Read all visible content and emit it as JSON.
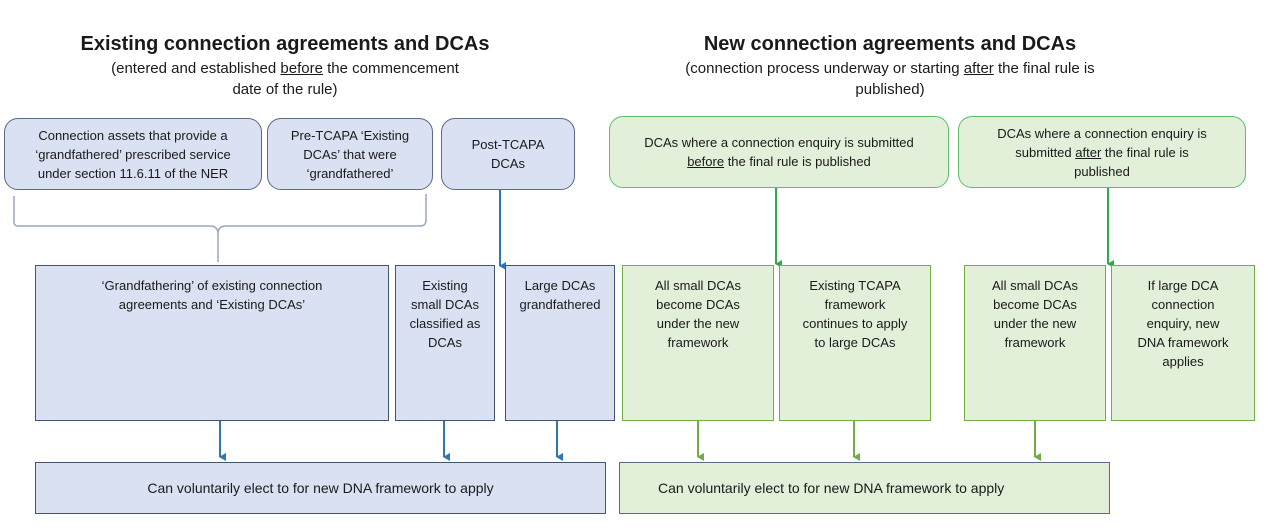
{
  "left_section": {
    "heading": "Existing connection agreements and DCAs",
    "subheading_pre": "(entered and established ",
    "subheading_emph": "before",
    "subheading_post": " the commencement",
    "subheading_line2": "date of the rule)",
    "sources": [
      {
        "line1": "Connection assets that provide a",
        "line2": "‘grandfathered’ prescribed service",
        "line3": "under section 11.6.11 of the NER"
      },
      {
        "line1": "Pre-TCAPA ‘Existing",
        "line2": "DCAs’ that were",
        "line3": "‘grandfathered’"
      },
      {
        "line1": "Post-TCAPA",
        "line2": "DCAs"
      }
    ],
    "outcomes": [
      {
        "line1": "‘Grandfathering’ of existing connection",
        "line2": "agreements and ‘Existing DCAs’"
      },
      {
        "line1": "Existing",
        "line2": "small DCAs",
        "line3": "classified as",
        "line4": "DCAs"
      },
      {
        "line1": "Large DCAs",
        "line2": "grandfathered"
      }
    ],
    "final": "Can voluntarily elect to for new DNA framework to apply"
  },
  "right_section": {
    "heading": "New connection agreements and DCAs",
    "subheading_pre": "(connection process underway or starting ",
    "subheading_emph": "after",
    "subheading_post": " the final rule is",
    "subheading_line2": "published)",
    "sources": [
      {
        "line1": "DCAs where a connection enquiry is submitted",
        "emph": "before",
        "line2_post": " the final rule is published"
      },
      {
        "line1": "DCAs where a connection enquiry is",
        "line2_pre": "submitted ",
        "emph": "after",
        "line2_post": " the final rule is",
        "line3": "published"
      }
    ],
    "outcomes": [
      {
        "line1": "All small DCAs",
        "line2": "become DCAs",
        "line3": "under the new",
        "line4": "framework"
      },
      {
        "line1": "Existing TCAPA",
        "line2": "framework",
        "line3": "continues to apply",
        "line4": "to large DCAs"
      },
      {
        "line1": "All small DCAs",
        "line2": "become DCAs",
        "line3": "under the new",
        "line4": "framework"
      },
      {
        "line1": "If large DCA",
        "line2": "connection",
        "line3": "enquiry, new",
        "line4": "DNA framework",
        "line5": "applies"
      }
    ],
    "final": "Can voluntarily elect to for new DNA framework to apply"
  },
  "colors": {
    "blue_fill": "#d9e1f2",
    "green_fill": "#e2efd9",
    "blue_arrow": "#2e75b6",
    "green_arrow": "#3cb44b",
    "green_arrow_bottom": "#70ad47"
  }
}
